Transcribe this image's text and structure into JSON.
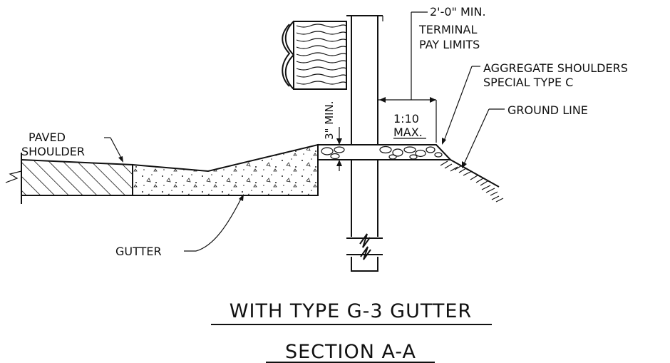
{
  "labels": {
    "pay_limits_1": "2'-0\" MIN.",
    "pay_limits_2": "TERMINAL",
    "pay_limits_3": "PAY LIMITS",
    "aggregate_1": "AGGREGATE SHOULDERS",
    "aggregate_2": "SPECIAL TYPE C",
    "ground_line": "GROUND LINE",
    "slope_1": "1:10",
    "slope_2": "MAX.",
    "min_depth": "3\" MIN.",
    "paved_1": "PAVED",
    "paved_2": "SHOULDER",
    "gutter": "GUTTER"
  },
  "captions": {
    "subtitle": "WITH TYPE G-3 GUTTER",
    "title": "SECTION A-A"
  }
}
